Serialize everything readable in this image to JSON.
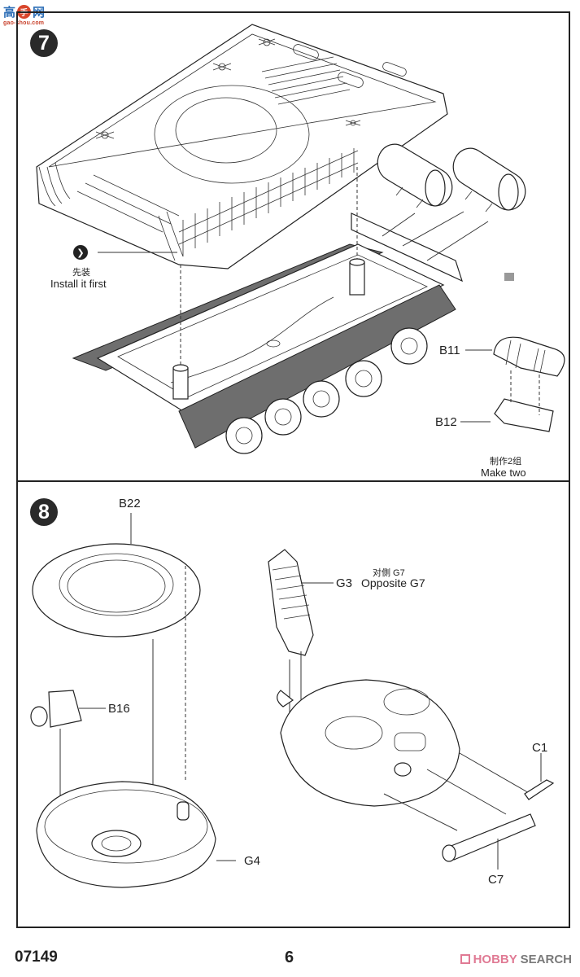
{
  "watermark": {
    "site_chars": [
      "高",
      "手",
      "网"
    ],
    "url": "gao-shou.com"
  },
  "step7": {
    "number": "7",
    "install_first_cn": "先装",
    "install_first_en": "Install it first",
    "parts": {
      "b11": "B11",
      "b12": "B12"
    },
    "make_two_cn": "制作2组",
    "make_two_en": "Make two"
  },
  "step8": {
    "number": "8",
    "parts": {
      "b22": "B22",
      "b16": "B16",
      "g3": "G3",
      "g4": "G4",
      "c1": "C1",
      "c7": "C7"
    },
    "opposite_cn": "对側 G7",
    "opposite_en": "Opposite G7"
  },
  "footer": {
    "kit_code": "07149",
    "page_number": "6",
    "brand_hobby": "HOBBY",
    "brand_search": " SEARCH"
  },
  "colors": {
    "ink": "#222222",
    "watermark_blue": "#2e6fb7",
    "watermark_red": "#d8462b",
    "brand_pink": "#e07a94",
    "brand_gray": "#7a7a7a"
  }
}
